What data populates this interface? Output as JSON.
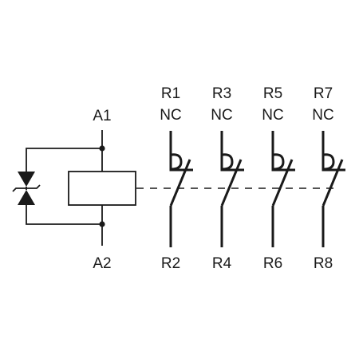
{
  "coil": {
    "top_terminal": "A1",
    "bottom_terminal": "A2"
  },
  "contacts": [
    {
      "top_terminal": "R1",
      "type": "NC",
      "bottom_terminal": "R2"
    },
    {
      "top_terminal": "R3",
      "type": "NC",
      "bottom_terminal": "R4"
    },
    {
      "top_terminal": "R5",
      "type": "NC",
      "bottom_terminal": "R6"
    },
    {
      "top_terminal": "R7",
      "type": "NC",
      "bottom_terminal": "R8"
    }
  ],
  "colors": {
    "line": "#1a1a1a",
    "background": "#ffffff"
  }
}
